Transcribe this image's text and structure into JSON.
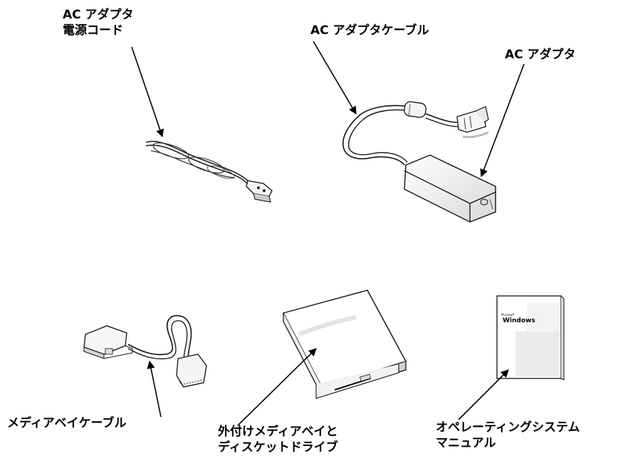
{
  "labels": {
    "ac_power_cord": [
      "AC アダプタ",
      "電源コード"
    ],
    "ac_adapter_cable": "AC アダプタケーブル",
    "ac_adapter": "AC アダプタ",
    "media_bay_cable": "メディアベイケーブル",
    "external_media_bay": [
      "外付けメディアベイと",
      "ディスケットドライブ"
    ],
    "os_manual": [
      "オペレーティングシステム",
      "マニュアル"
    ]
  },
  "manual_cover": {
    "brand_small": "Microsoft",
    "brand_large": "Windows"
  }
}
